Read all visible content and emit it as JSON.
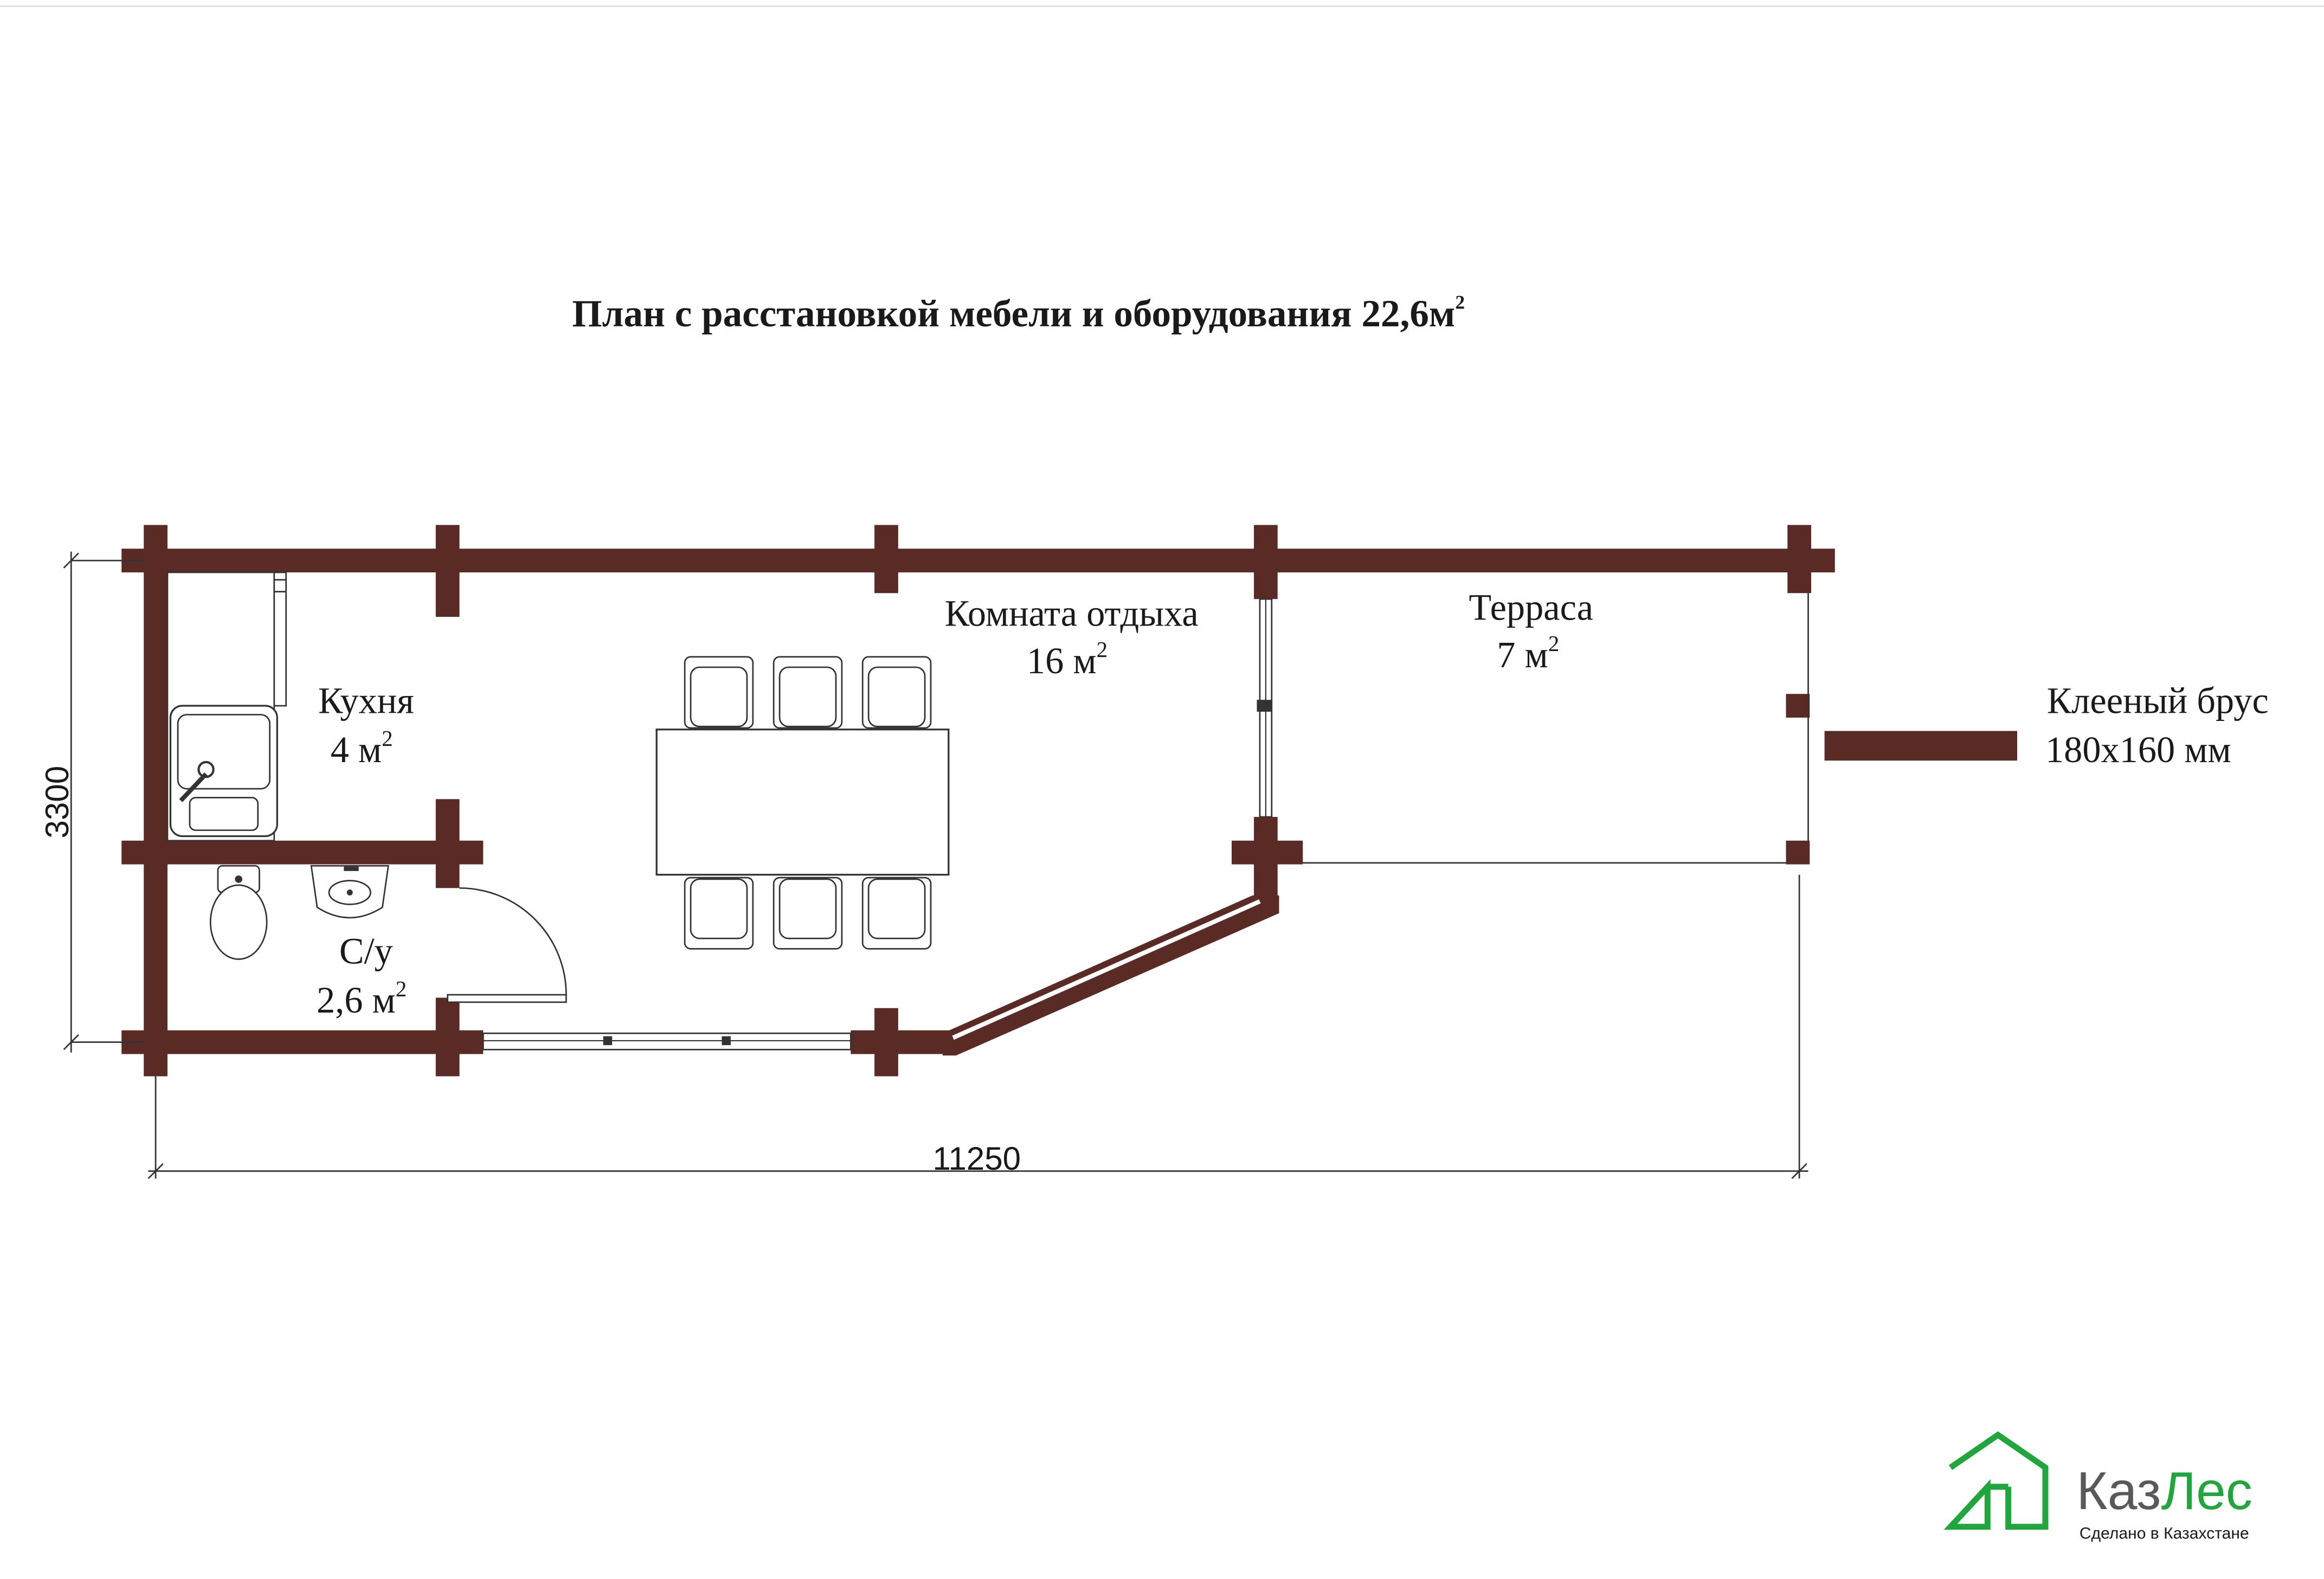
{
  "title": {
    "text": "План с расстановкой мебели и оборудования  22,6м",
    "sup": "2"
  },
  "rooms": {
    "kitchen": {
      "name": "Кухня",
      "area": "4 м",
      "sup": "2"
    },
    "bathroom": {
      "name": "С/у",
      "area": "2,6 м",
      "sup": "2"
    },
    "lounge": {
      "name": "Комната отдыха",
      "area": "16 м",
      "sup": "2"
    },
    "terrace": {
      "name": "Терраса",
      "area": "7 м",
      "sup": "2"
    }
  },
  "dimensions": {
    "height": "3300",
    "width": "11250"
  },
  "legend": {
    "line1": "Клееный  брус",
    "line2": "180х160 мм",
    "color": "#5a2a24"
  },
  "logo": {
    "name": "КазЛес",
    "name_part1": "Каз",
    "name_part2": "Лес",
    "tagline": "Сделано  в  Казахстане",
    "color_green": "#1fa63c",
    "color_gray": "#595959"
  },
  "colors": {
    "wall": "#5a2a24",
    "line": "#333333"
  }
}
